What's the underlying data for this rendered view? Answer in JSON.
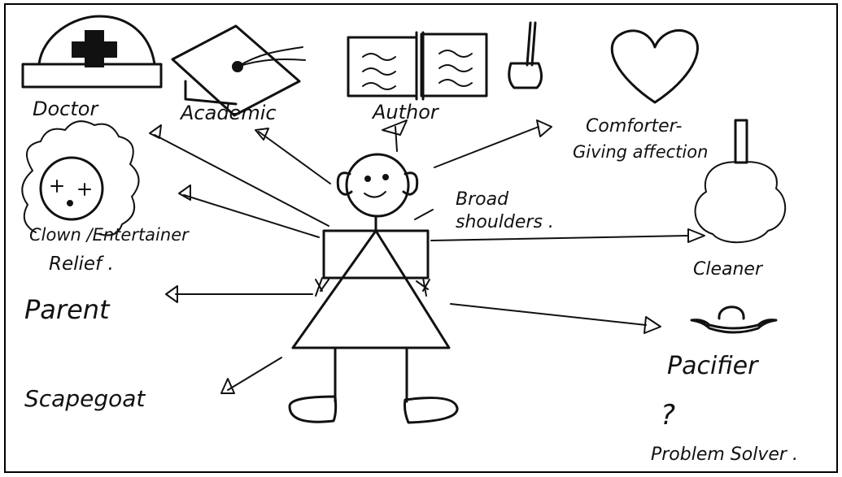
{
  "labels": {
    "doctor": "Doctor",
    "academic": "Academic",
    "author": "Author",
    "comforter_line1": "Comforter-",
    "comforter_line2": "Giving affection",
    "clown_line1": "Clown /Entertainer",
    "clown_line2": "Relief .",
    "broad_line1": "Broad",
    "broad_line2": "shoulders .",
    "cleaner": "Cleaner",
    "parent": "Parent",
    "pacifier": "Pacifier",
    "question_mark": "?",
    "scapegoat": "Scapegoat",
    "problem_solver": "Problem Solver ."
  },
  "colors": {
    "ink": "#111111",
    "paper": "#ffffff"
  }
}
